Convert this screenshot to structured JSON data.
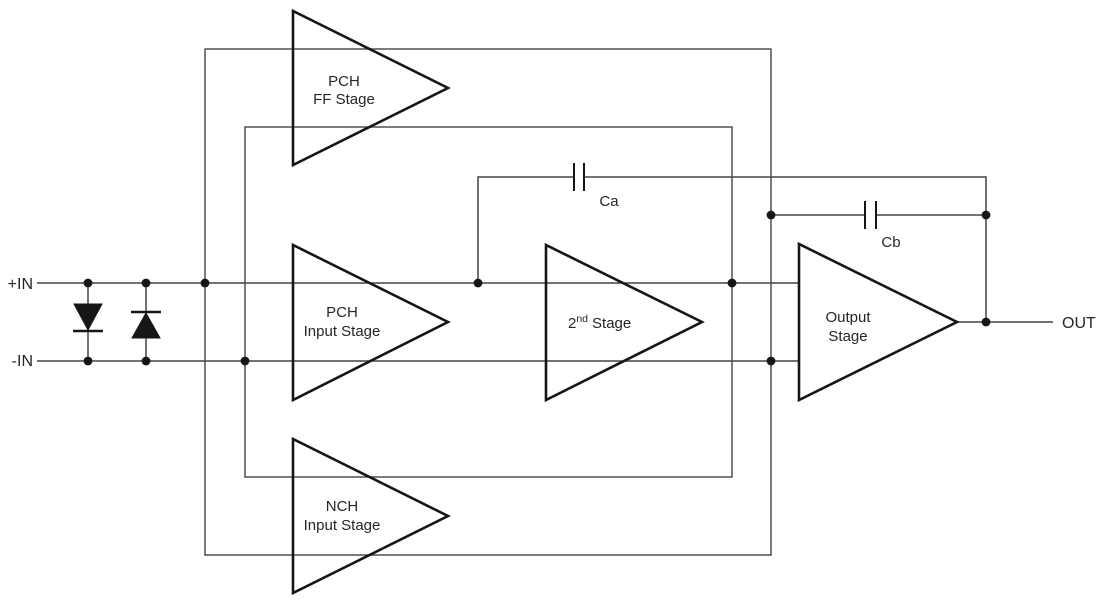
{
  "diagram": {
    "ports": {
      "in_pos": "+IN",
      "in_neg": "-IN",
      "out": "OUT"
    },
    "capacitors": {
      "ca": "Ca",
      "cb": "Cb"
    },
    "stages": {
      "ff": {
        "line1": "PCH",
        "line2": "FF Stage"
      },
      "pch_input": {
        "line1": "PCH",
        "line2": "Input Stage"
      },
      "nch_input": {
        "line1": "NCH",
        "line2": "Input Stage"
      },
      "second": {
        "base": "2",
        "sup": "nd",
        "rest": "Stage"
      },
      "output": {
        "line1": "Output",
        "line2": "Stage"
      }
    },
    "colors": {
      "background": "#ffffff",
      "wire": "#444444",
      "shape": "#161616",
      "text": "#262626"
    }
  }
}
